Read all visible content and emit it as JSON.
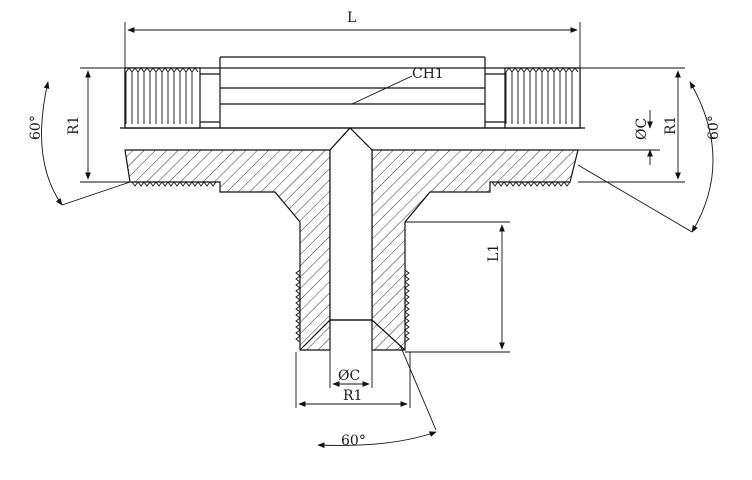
{
  "drawing": {
    "overall_length_label": "L",
    "hex_label": "CH1",
    "thread_left_label": "R1",
    "thread_right_label": "R1",
    "thread_bottom_label": "R1",
    "bore_right_label": "ØC",
    "bore_bottom_label": "ØC",
    "branch_length_label": "L1",
    "angle_left_label": "60°",
    "angle_right_label": "60°",
    "angle_bottom_label": "60°"
  }
}
